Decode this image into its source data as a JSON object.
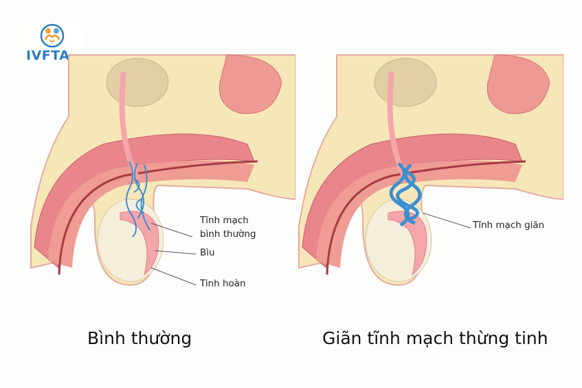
{
  "logo": {
    "text": "IVFTA",
    "color": "#2a7cc1",
    "accent": "#f0a23a"
  },
  "left_diagram": {
    "caption": "Bình thường",
    "labels": {
      "vein_line1": "Tĩnh mạch",
      "vein_line2": "bình thường",
      "scrotum": "Bìu",
      "testis": "Tinh hoàn"
    }
  },
  "right_diagram": {
    "caption": "Giãn tĩnh mạch thừng tinh",
    "labels": {
      "vein": "Tĩnh mạch giãn"
    }
  },
  "colors": {
    "tissue": "#f6e7b8",
    "muscle": "#e8868c",
    "vein": "#3a8fd0",
    "skin": "#f1c9a8"
  }
}
